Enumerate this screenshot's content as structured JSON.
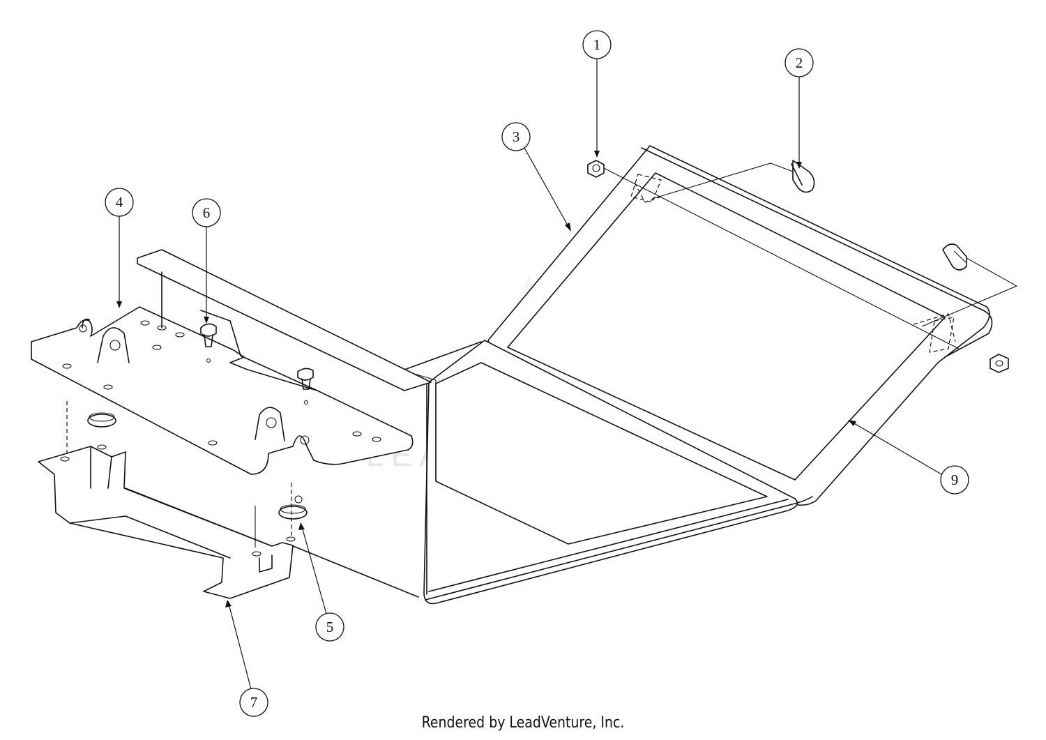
{
  "watermark": {
    "brand": "LEADVENTURE"
  },
  "callouts": [
    {
      "id": "1",
      "label": "1"
    },
    {
      "id": "2",
      "label": "2"
    },
    {
      "id": "3",
      "label": "3"
    },
    {
      "id": "4",
      "label": "4"
    },
    {
      "id": "5",
      "label": "5"
    },
    {
      "id": "6",
      "label": "6"
    },
    {
      "id": "7",
      "label": "7"
    },
    {
      "id": "9",
      "label": "9"
    }
  ],
  "footer": {
    "credit": "Rendered by LeadVenture, Inc."
  }
}
